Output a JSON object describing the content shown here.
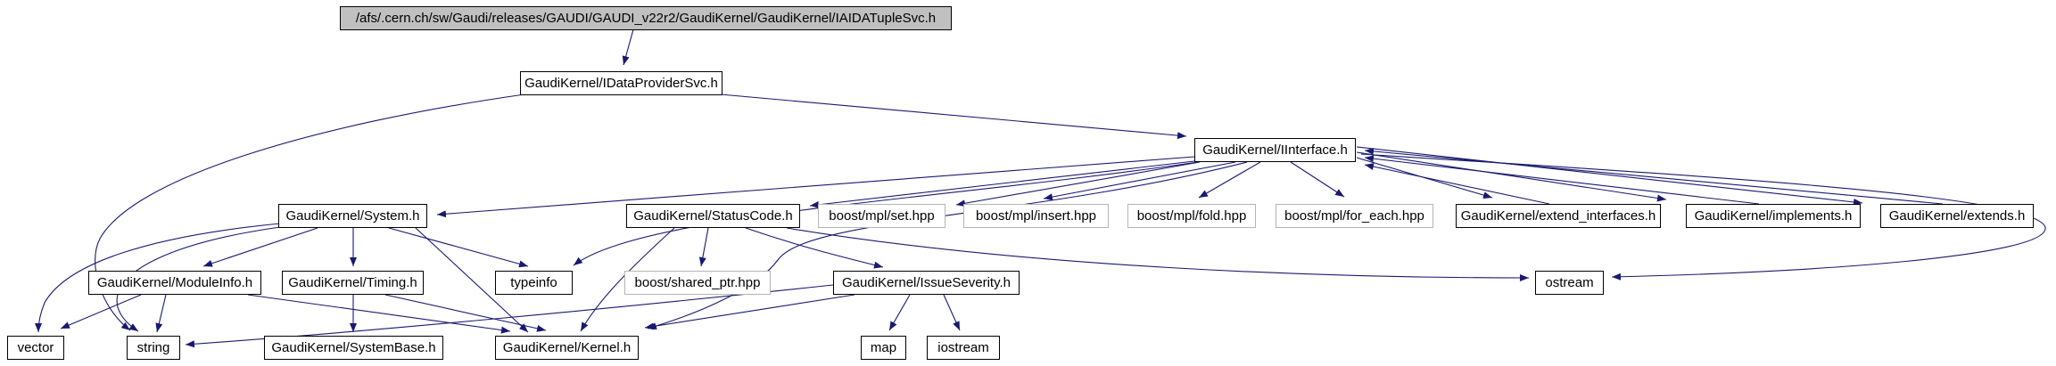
{
  "diagram_type": "include-dependency-graph",
  "colors": {
    "edge": "#191970",
    "node_border": "#000000",
    "boost_node_border": "#b4b4b4",
    "root_node_fill": "#c0c0c0",
    "node_fill": "#ffffff",
    "text": "#000000"
  },
  "nodes": [
    {
      "id": "iaidatuplesvc",
      "label": "/afs/.cern.ch/sw/Gaudi/releases/GAUDI/GAUDI_v22r2/GaudiKernel/GaudiKernel/IAIDATupleSvc.h",
      "kind": "root"
    },
    {
      "id": "idataprovidersvc",
      "label": "GaudiKernel/IDataProviderSvc.h",
      "kind": "gaudi"
    },
    {
      "id": "iinterface",
      "label": "GaudiKernel/IInterface.h",
      "kind": "gaudi"
    },
    {
      "id": "system",
      "label": "GaudiKernel/System.h",
      "kind": "gaudi"
    },
    {
      "id": "statuscode",
      "label": "GaudiKernel/StatusCode.h",
      "kind": "gaudi"
    },
    {
      "id": "mpl_set",
      "label": "boost/mpl/set.hpp",
      "kind": "boost"
    },
    {
      "id": "mpl_insert",
      "label": "boost/mpl/insert.hpp",
      "kind": "boost"
    },
    {
      "id": "mpl_fold",
      "label": "boost/mpl/fold.hpp",
      "kind": "boost"
    },
    {
      "id": "mpl_for_each",
      "label": "boost/mpl/for_each.hpp",
      "kind": "boost"
    },
    {
      "id": "extend_interfaces",
      "label": "GaudiKernel/extend_interfaces.h",
      "kind": "gaudi"
    },
    {
      "id": "implements",
      "label": "GaudiKernel/implements.h",
      "kind": "gaudi"
    },
    {
      "id": "extends",
      "label": "GaudiKernel/extends.h",
      "kind": "gaudi"
    },
    {
      "id": "moduleinfo",
      "label": "GaudiKernel/ModuleInfo.h",
      "kind": "gaudi"
    },
    {
      "id": "timing",
      "label": "GaudiKernel/Timing.h",
      "kind": "gaudi"
    },
    {
      "id": "typeinfo",
      "label": "typeinfo",
      "kind": "std"
    },
    {
      "id": "shared_ptr",
      "label": "boost/shared_ptr.hpp",
      "kind": "boost"
    },
    {
      "id": "issueseverity",
      "label": "GaudiKernel/IssueSeverity.h",
      "kind": "gaudi"
    },
    {
      "id": "ostream",
      "label": "ostream",
      "kind": "std"
    },
    {
      "id": "vector",
      "label": "vector",
      "kind": "std"
    },
    {
      "id": "string",
      "label": "string",
      "kind": "std"
    },
    {
      "id": "systembase",
      "label": "GaudiKernel/SystemBase.h",
      "kind": "gaudi"
    },
    {
      "id": "kernel",
      "label": "GaudiKernel/Kernel.h",
      "kind": "gaudi"
    },
    {
      "id": "map",
      "label": "map",
      "kind": "std"
    },
    {
      "id": "iostream",
      "label": "iostream",
      "kind": "std"
    }
  ],
  "edges": [
    {
      "from": "iaidatuplesvc",
      "to": "idataprovidersvc"
    },
    {
      "from": "idataprovidersvc",
      "to": "iinterface"
    },
    {
      "from": "idataprovidersvc",
      "to": "string"
    },
    {
      "from": "iinterface",
      "to": "system"
    },
    {
      "from": "iinterface",
      "to": "statuscode"
    },
    {
      "from": "iinterface",
      "to": "mpl_set"
    },
    {
      "from": "iinterface",
      "to": "mpl_insert"
    },
    {
      "from": "iinterface",
      "to": "mpl_fold"
    },
    {
      "from": "iinterface",
      "to": "mpl_for_each"
    },
    {
      "from": "iinterface",
      "to": "extend_interfaces"
    },
    {
      "from": "iinterface",
      "to": "implements"
    },
    {
      "from": "iinterface",
      "to": "extends"
    },
    {
      "from": "iinterface",
      "to": "typeinfo"
    },
    {
      "from": "iinterface",
      "to": "ostream"
    },
    {
      "from": "iinterface",
      "to": "kernel"
    },
    {
      "from": "extend_interfaces",
      "to": "iinterface"
    },
    {
      "from": "implements",
      "to": "iinterface"
    },
    {
      "from": "extends",
      "to": "iinterface"
    },
    {
      "from": "system",
      "to": "moduleinfo"
    },
    {
      "from": "system",
      "to": "timing"
    },
    {
      "from": "system",
      "to": "typeinfo"
    },
    {
      "from": "system",
      "to": "kernel"
    },
    {
      "from": "system",
      "to": "vector"
    },
    {
      "from": "system",
      "to": "string"
    },
    {
      "from": "moduleinfo",
      "to": "vector"
    },
    {
      "from": "moduleinfo",
      "to": "string"
    },
    {
      "from": "moduleinfo",
      "to": "kernel"
    },
    {
      "from": "timing",
      "to": "systembase"
    },
    {
      "from": "timing",
      "to": "kernel"
    },
    {
      "from": "statuscode",
      "to": "shared_ptr"
    },
    {
      "from": "statuscode",
      "to": "issueseverity"
    },
    {
      "from": "statuscode",
      "to": "ostream"
    },
    {
      "from": "statuscode",
      "to": "kernel"
    },
    {
      "from": "issueseverity",
      "to": "map"
    },
    {
      "from": "issueseverity",
      "to": "iostream"
    },
    {
      "from": "issueseverity",
      "to": "string"
    },
    {
      "from": "issueseverity",
      "to": "kernel"
    }
  ]
}
